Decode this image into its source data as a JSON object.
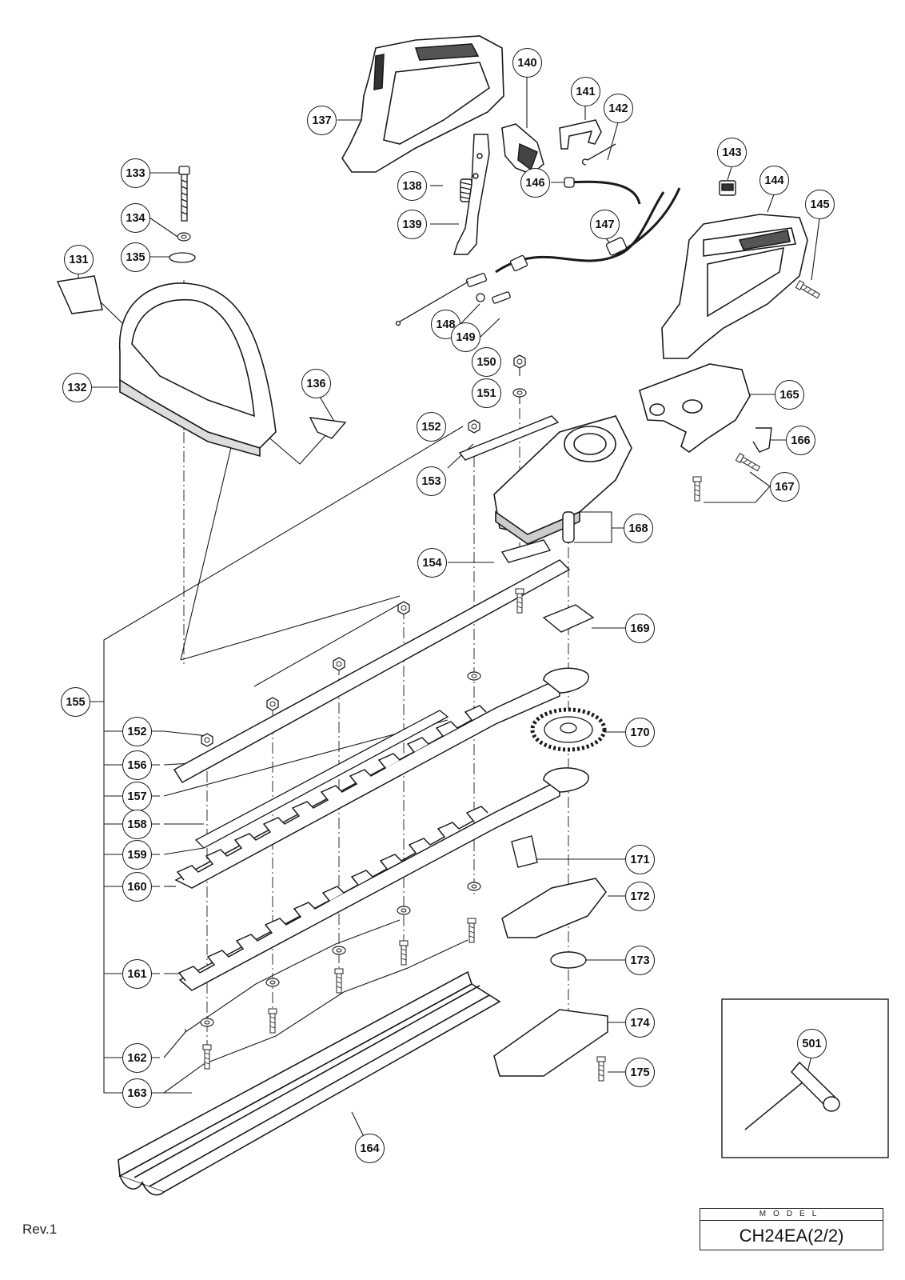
{
  "sheet": {
    "revision": "Rev.1",
    "model_caption": "MODEL",
    "model_value": "CH24EA(2/2)"
  },
  "callouts": [
    "131",
    "132",
    "133",
    "134",
    "135",
    "136",
    "137",
    "138",
    "139",
    "140",
    "141",
    "142",
    "143",
    "144",
    "145",
    "146",
    "147",
    "148",
    "149",
    "150",
    "151",
    "152",
    "152",
    "153",
    "154",
    "155",
    "156",
    "157",
    "158",
    "159",
    "160",
    "161",
    "162",
    "163",
    "164",
    "165",
    "166",
    "167",
    "168",
    "169",
    "170",
    "171",
    "172",
    "173",
    "174",
    "175",
    "501"
  ]
}
